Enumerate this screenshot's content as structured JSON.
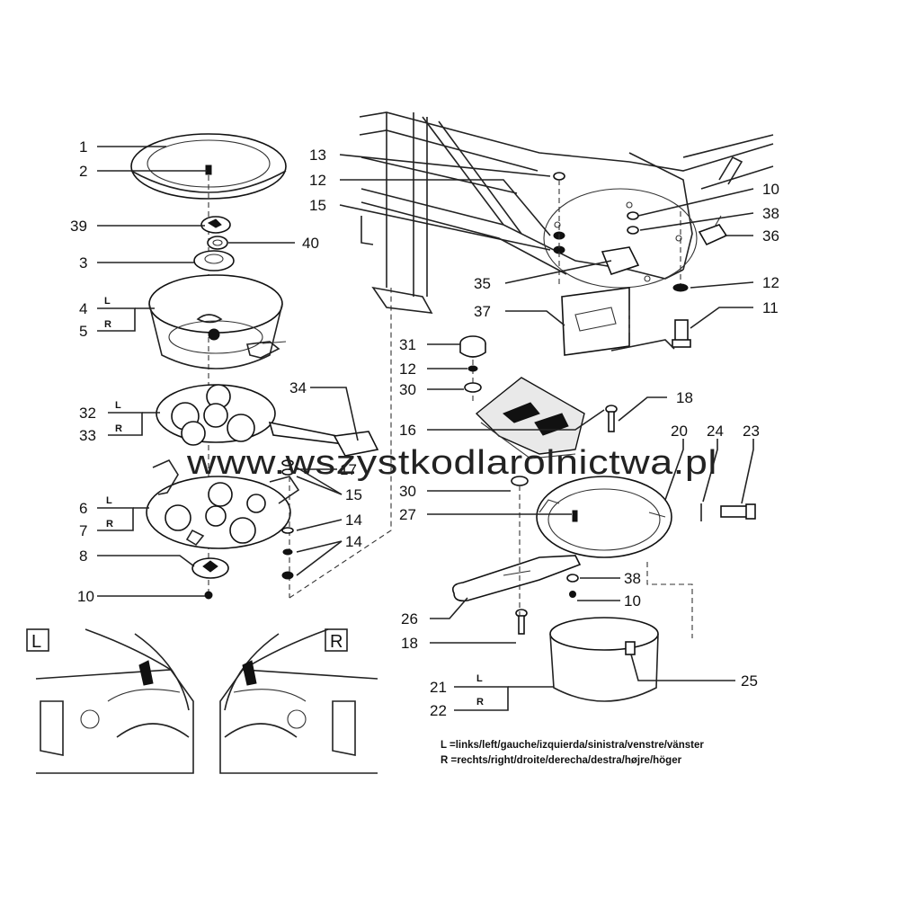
{
  "watermark": "www.wszystkodlarolnictwa.pl",
  "callouts": {
    "c1": "1",
    "c2": "2",
    "c39": "39",
    "c40": "40",
    "c3": "3",
    "c4": "4",
    "c5": "5",
    "c32": "32",
    "c33": "33",
    "c34": "34",
    "c6": "6",
    "c7": "7",
    "c8": "8",
    "c10a": "10",
    "c13": "13",
    "c12a": "12",
    "c15a": "15",
    "c10b": "10",
    "c38a": "38",
    "c36": "36",
    "c12b": "12",
    "c11": "11",
    "c35": "35",
    "c37": "37",
    "c31": "31",
    "c12c": "12",
    "c30a": "30",
    "c16": "16",
    "c18a": "18",
    "c17": "17",
    "c15b": "15",
    "c14a": "14",
    "c14b": "14",
    "c30b": "30",
    "c27": "27",
    "c20": "20",
    "c24": "24",
    "c23": "23",
    "c38b": "38",
    "c10c": "10",
    "c26": "26",
    "c18b": "18",
    "c21": "21",
    "c22": "22",
    "c25": "25"
  },
  "side_marks": {
    "l4": "L",
    "r5": "R",
    "l32": "L",
    "r33": "R",
    "l6": "L",
    "r7": "R",
    "l21": "L",
    "r22": "R"
  },
  "detail_boxes": {
    "left": "L",
    "right": "R"
  },
  "legend": {
    "left": "L  =links/left/gauche/izquierda/sinistra/venstre/vänster",
    "right": "R  =rechts/right/droite/derecha/destra/højre/höger"
  }
}
